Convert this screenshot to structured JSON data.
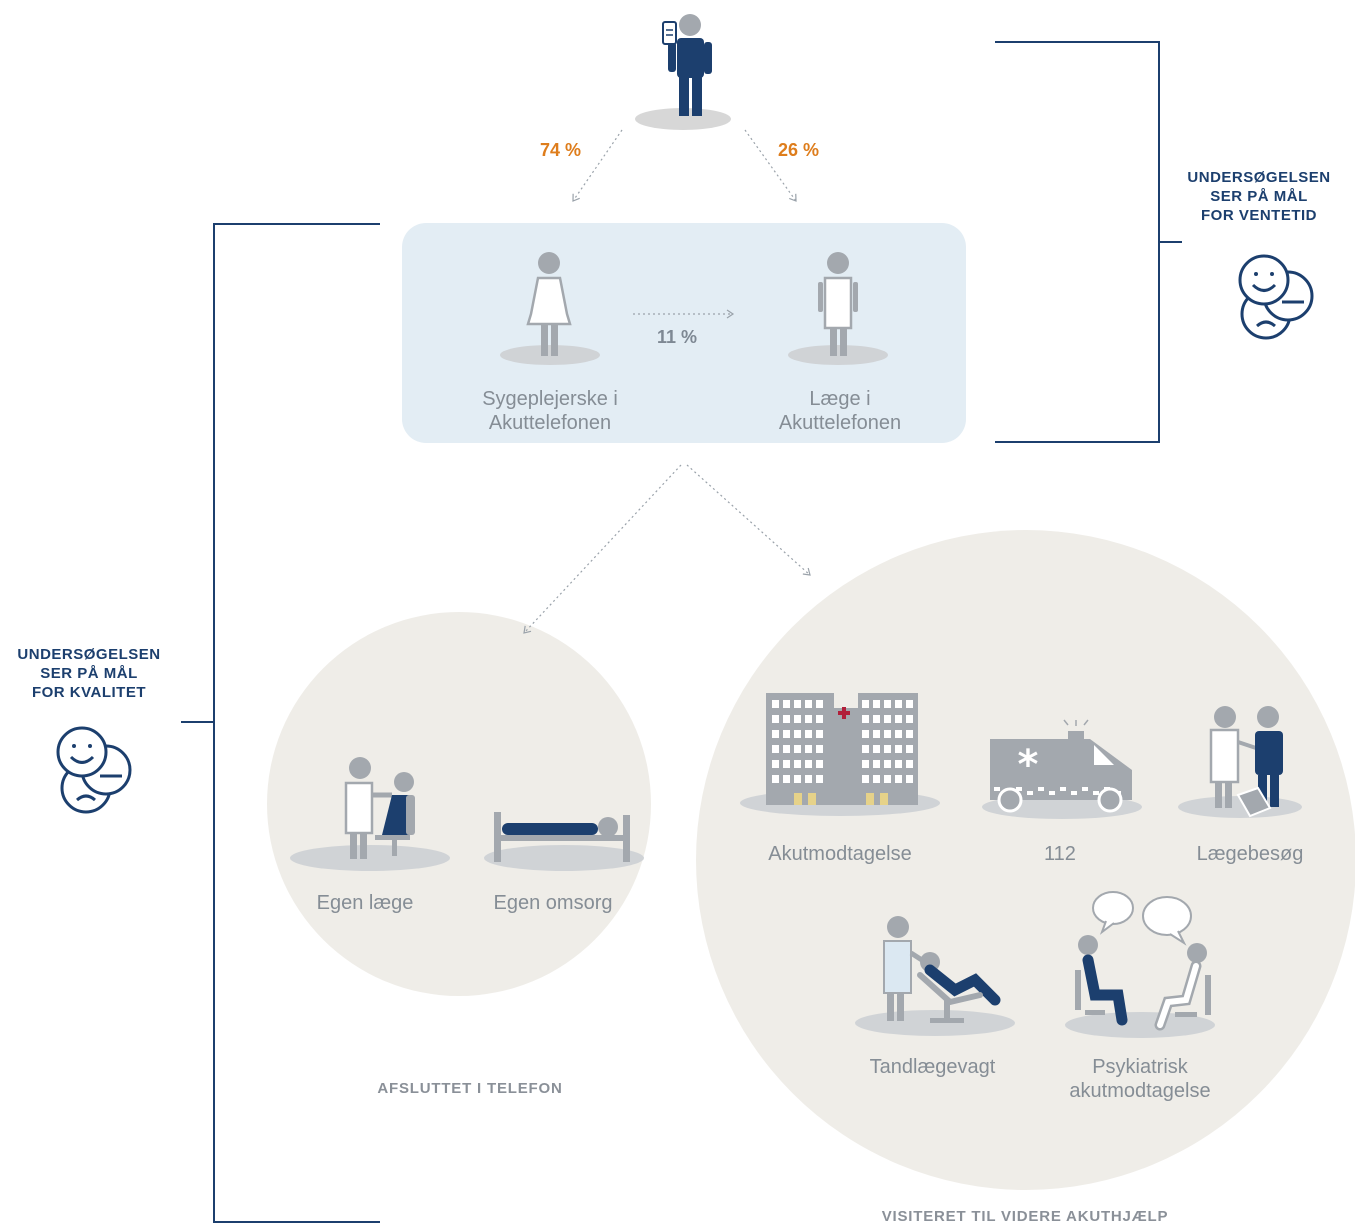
{
  "flow": {
    "nurse_pct": "74 %",
    "doctor_pct": "26 %",
    "transfer_pct": "11 %"
  },
  "phone_box": {
    "nurse_label_line1": "Sygeplejerske i",
    "nurse_label_line2": "Akuttelefonen",
    "doctor_label_line1": "Læge i",
    "doctor_label_line2": "Akuttelefonen"
  },
  "waiting_time_goal": {
    "line1": "UNDERSØGELSEN",
    "line2": "SER PÅ MÅL",
    "line3": "FOR VENTETID"
  },
  "quality_goal": {
    "line1": "UNDERSØGELSEN",
    "line2": "SER PÅ MÅL",
    "line3": "FOR KVALITET"
  },
  "completed_by_phone": {
    "caption": "AFSLUTTET I TELEFON",
    "items": [
      "Egen læge",
      "Egen omsorg"
    ]
  },
  "referred": {
    "caption": "VISITERET TIL VIDERE AKUTHJÆLP",
    "items": [
      "Akutmodtagelse",
      "112",
      "Lægebesøg",
      "Tandlægevagt"
    ],
    "psych_line1": "Psykiatrisk",
    "psych_line2": "akutmodtagelse"
  },
  "colors": {
    "navy": "#1c3f6e",
    "orange": "#de7d1c",
    "gray": "#a3a8ae",
    "light_blue": "#e3edf4",
    "beige": "#efede8"
  }
}
